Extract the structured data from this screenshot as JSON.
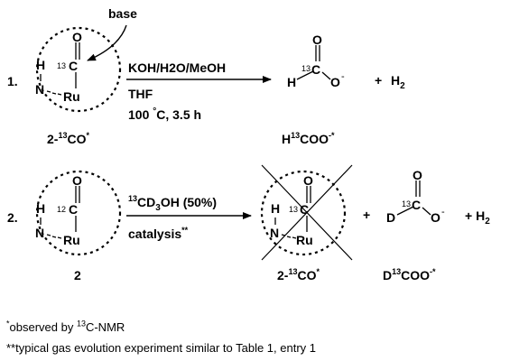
{
  "reaction1": {
    "number": "1.",
    "base_label": "base",
    "complex": {
      "h": "H",
      "n": "N",
      "ru": "Ru",
      "o": "O",
      "c_iso": "13",
      "c": "C"
    },
    "conditions": {
      "reagents": "KOH/H2O/MeOH",
      "solvent": "THF",
      "temp_prefix": "100 ",
      "temp_deg": "°",
      "temp_suffix": "C, 3.5 h"
    },
    "product": {
      "h": "H",
      "c_iso": "13",
      "c": "C",
      "o_top": "O",
      "o_minus": "O",
      "charge": "-"
    },
    "plus": "+",
    "h2": "H",
    "h2_sub": "2",
    "label_complex": {
      "base": "2-",
      "iso": "13",
      "rest": "CO",
      "star": "*"
    },
    "label_product": {
      "pre": "H",
      "iso": "13",
      "rest": "COO",
      "star": "-*"
    }
  },
  "reaction2": {
    "number": "2.",
    "complex": {
      "h": "H",
      "n": "N",
      "ru": "Ru",
      "o": "O",
      "c_iso": "12",
      "c": "C"
    },
    "conditions": {
      "reagent_iso": "13",
      "reagent_a": "CD",
      "reagent_sub": "3",
      "reagent_b": "OH (50%)",
      "catalysis": "catalysis",
      "catalysis_mark": "**"
    },
    "product_complex": {
      "h": "H",
      "n": "N",
      "ru": "Ru",
      "o": "O",
      "c_iso": "13",
      "c": "C"
    },
    "plus1": "+",
    "formate": {
      "d": "D",
      "c_iso": "13",
      "c": "C",
      "o_top": "O",
      "o_minus": "O",
      "charge": "-"
    },
    "plus2": "+ H",
    "h2_sub": "2",
    "label_2": "2",
    "label_complex": {
      "base": "2-",
      "iso": "13",
      "rest": "CO",
      "star": "*"
    },
    "label_formate": {
      "pre": "D",
      "iso": "13",
      "rest": "COO",
      "star": "-*"
    }
  },
  "footnotes": {
    "note1_mark": "*",
    "note1_text": "observed by ",
    "note1_iso": "13",
    "note1_rest": "C-NMR",
    "note2": "**typical gas evolution experiment similar to Table 1, entry 1"
  }
}
